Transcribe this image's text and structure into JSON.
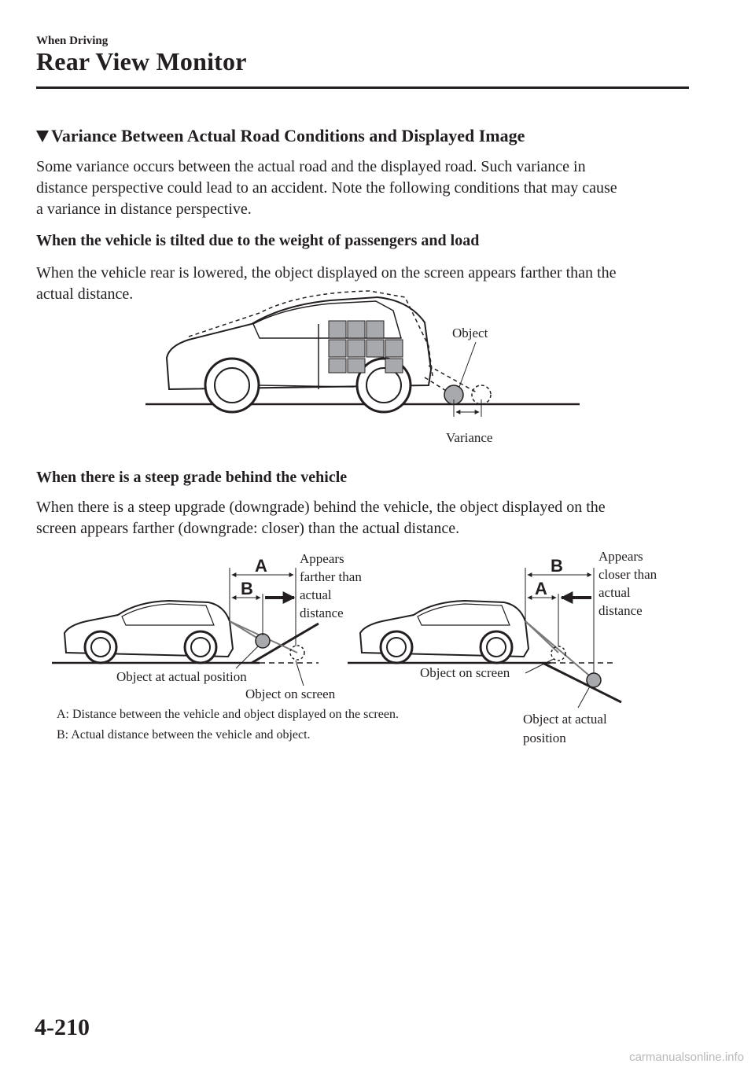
{
  "header": {
    "chapter": "When Driving",
    "title": "Rear View Monitor"
  },
  "section": {
    "heading": "Variance Between Actual Road Conditions and Displayed Image",
    "intro": [
      "Some variance occurs between the actual road and the displayed road. Such variance in",
      "distance perspective could lead to an accident. Note the following conditions that may cause",
      "a variance in distance perspective."
    ]
  },
  "tilted": {
    "heading": "When the vehicle is tilted due to the weight of passengers and load",
    "body": [
      "When the vehicle rear is lowered, the object displayed on the screen appears farther than the",
      "actual distance."
    ],
    "figure": {
      "object_label": "Object",
      "variance_label": "Variance"
    }
  },
  "grade": {
    "heading": "When there is a steep grade behind the vehicle",
    "body": [
      "When there is a steep upgrade (downgrade) behind the vehicle, the object displayed on the",
      "screen appears farther (downgrade: closer) than the actual distance."
    ],
    "left_figure": {
      "label_a": "A",
      "label_b": "B",
      "appears": [
        "Appears",
        "farther than",
        "actual",
        "distance"
      ],
      "object_actual": "Object at actual position",
      "object_screen": "Object on screen"
    },
    "right_figure": {
      "label_a": "A",
      "label_b": "B",
      "appears": [
        "Appears",
        "closer than",
        "actual",
        "distance"
      ],
      "object_screen": "Object on screen",
      "object_actual": [
        "Object at actual",
        "position"
      ]
    },
    "legend": {
      "a": "A: Distance between the vehicle and object displayed on the screen.",
      "b": "B: Actual distance between the vehicle and object."
    }
  },
  "footer": {
    "page_number": "4-210",
    "watermark": "carmanualsonline.info"
  }
}
